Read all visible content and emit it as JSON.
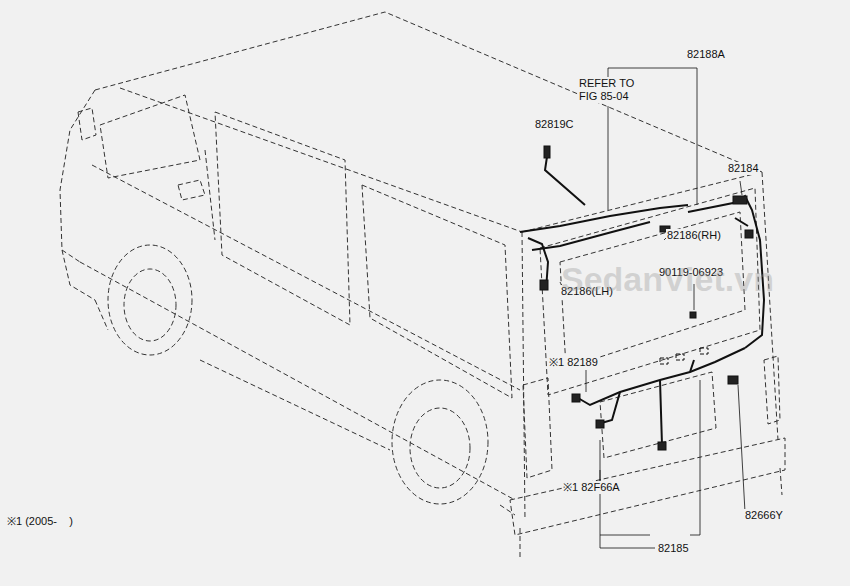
{
  "diagram": {
    "labels": [
      "82188A",
      "REFER TO FIG 85-04",
      "82819C",
      "82184",
      "82186(RH)",
      "90119-06923",
      "82186(LH)",
      "※1 82189",
      "※1 82F66A",
      "82666Y",
      "82185",
      "※1 (2005-    )",
      "SedanViet.vn"
    ]
  }
}
